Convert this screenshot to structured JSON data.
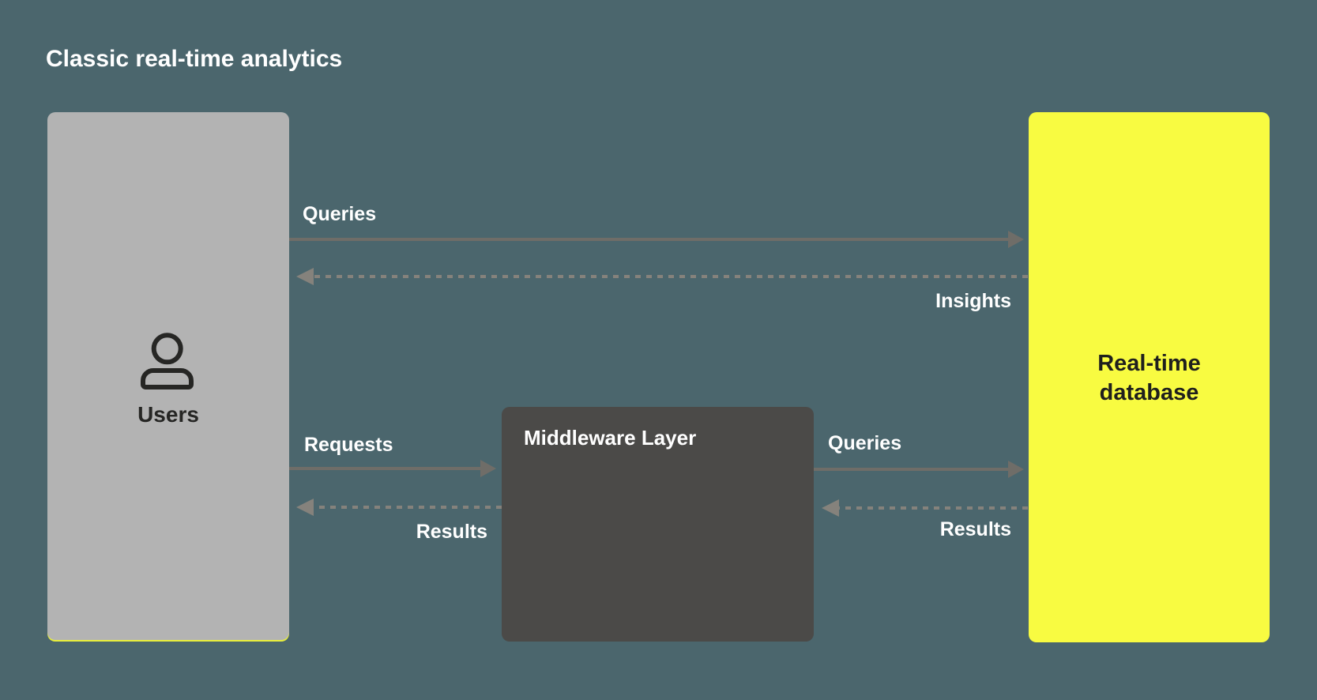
{
  "title": "Classic real-time analytics",
  "nodes": {
    "users": {
      "label": "Users",
      "icon": "user-icon",
      "color": "#b3b3b3"
    },
    "middleware": {
      "label": "Middleware Layer",
      "color": "#4b4a48"
    },
    "database": {
      "label": "Real-time database",
      "lines": [
        "Real-time",
        "database"
      ],
      "color": "#f8fb41"
    }
  },
  "edges": [
    {
      "id": "users-to-database",
      "label": "Queries",
      "style": "solid",
      "direction": "right"
    },
    {
      "id": "database-to-users",
      "label": "Insights",
      "style": "dashed",
      "direction": "left"
    },
    {
      "id": "users-to-middleware",
      "label": "Requests",
      "style": "solid",
      "direction": "right"
    },
    {
      "id": "middleware-to-users",
      "label": "Results",
      "style": "dashed",
      "direction": "left"
    },
    {
      "id": "middleware-to-database",
      "label": "Queries",
      "style": "solid",
      "direction": "right"
    },
    {
      "id": "database-to-middleware",
      "label": "Results",
      "style": "dashed",
      "direction": "left"
    }
  ],
  "colors": {
    "background": "#4b666d",
    "users_box": "#b3b3b3",
    "middleware_box": "#4b4a48",
    "database_box": "#f8fb41",
    "arrow_solid": "#6f6d68",
    "arrow_dashed": "#85827c",
    "label_text": "#ffffff",
    "dark_text": "#262624",
    "users_box_shadow": "#e9ef3b"
  }
}
